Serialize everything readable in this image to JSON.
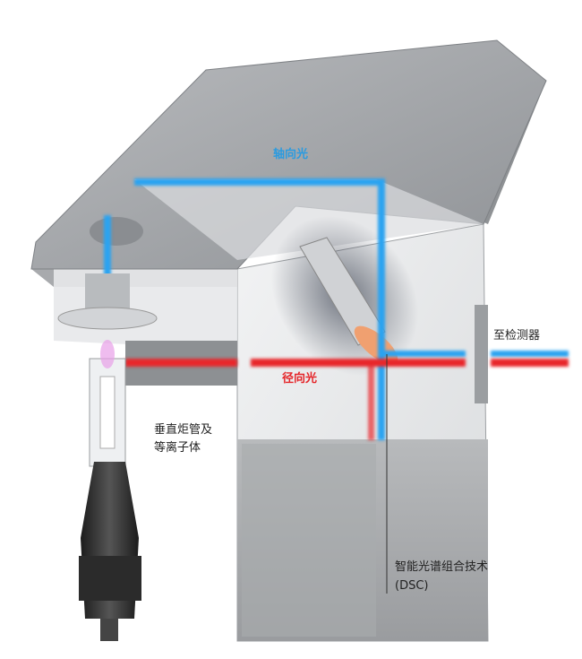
{
  "labels": {
    "axial_light": "轴向光",
    "radial_light": "径向光",
    "to_detector": "至检测器",
    "torch_line1": "垂直炬管及",
    "torch_line2": "等离子体",
    "dsc_line1": "智能光谱组合技术",
    "dsc_line2": "(DSC)"
  },
  "colors": {
    "axial": "#2aa3f0",
    "radial": "#e8262c",
    "body": "#c8c9cb",
    "torch_base": "#2a2a2a"
  }
}
